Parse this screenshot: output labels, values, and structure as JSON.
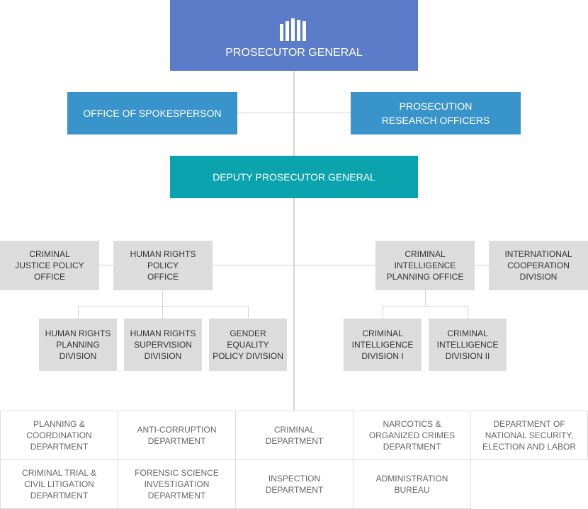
{
  "top": {
    "label": "PROSECUTOR GENERAL",
    "logo_icon": "prosecution-logo-icon"
  },
  "staff": {
    "left": "OFFICE OF SPOKESPERSON",
    "right": "PROSECUTION\nRESEARCH OFFICERS"
  },
  "deputy": "DEPUTY PROSECUTOR GENERAL",
  "offices": {
    "criminal_justice": "CRIMINAL\nJUSTICE POLICY\nOFFICE",
    "human_rights": "HUMAN RIGHTS\nPOLICY\nOFFICE",
    "criminal_intel": "CRIMINAL\nINTELLIGENCE\nPLANNING OFFICE",
    "international": "INTERNATIONAL\nCOOPERATION\nDIVISION"
  },
  "divisions": {
    "hr_planning": "HUMAN RIGHTS\nPLANNING\nDIVISION",
    "hr_supervision": "HUMAN RIGHTS\nSUPERVISION\nDIVISION",
    "gender": "GENDER\nEQUALITY\nPOLICY DIVISION",
    "ci_1": "CRIMINAL\nINTELLIGENCE\nDIVISION I",
    "ci_2": "CRIMINAL\nINTELLIGENCE\nDIVISION II"
  },
  "departments": [
    "PLANNING &\nCOORDINATION\nDEPARTMENT",
    "ANTI-CORRUPTION\nDEPARTMENT",
    "CRIMINAL\nDEPARTMENT",
    "NARCOTICS &\nORGANIZED CRIMES\nDEPARTMENT",
    "DEPARTMENT OF\nNATIONAL SECURITY,\nELECTION AND LABOR",
    "CRIMINAL TRIAL &\nCIVIL LITIGATION\nDEPARTMENT",
    "FORENSIC SCIENCE\nINVESTIGATION\nDEPARTMENT",
    "INSPECTION\nDEPARTMENT",
    "ADMINISTRATION\nBUREAU"
  ]
}
